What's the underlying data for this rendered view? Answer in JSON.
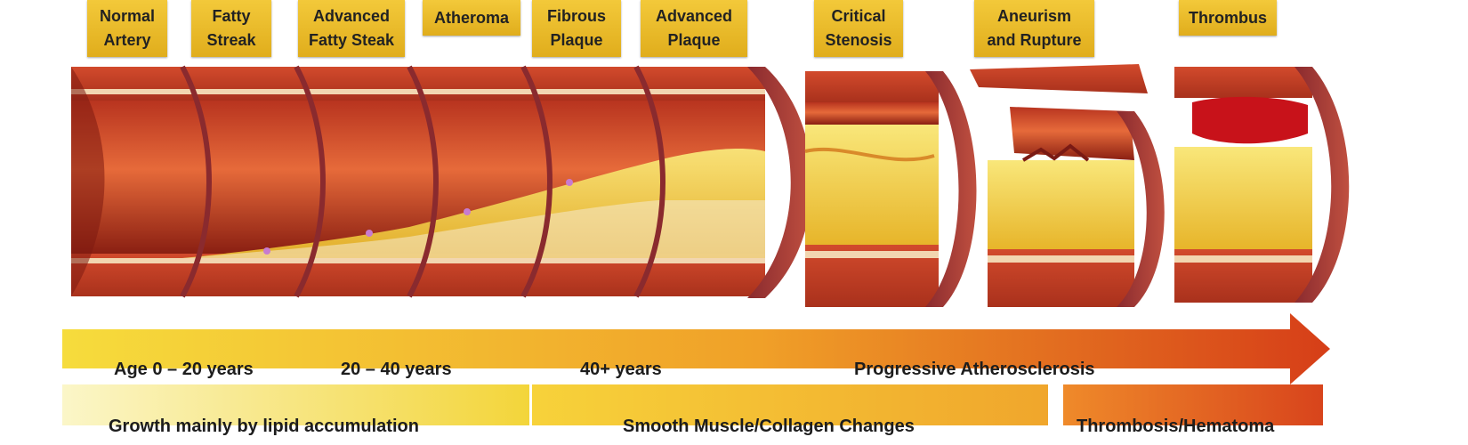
{
  "stages": [
    {
      "label": "Normal\nArtery"
    },
    {
      "label": "Fatty\nStreak"
    },
    {
      "label": "Advanced\nFatty Steak"
    },
    {
      "label": "Atheroma"
    },
    {
      "label": "Fibrous\nPlaque"
    },
    {
      "label": "Advanced\nPlaque"
    },
    {
      "label": "Critical\nStenosis"
    },
    {
      "label": "Aneurism\nand Rupture"
    },
    {
      "label": "Thrombus"
    }
  ],
  "timeline": {
    "age_1": "Age 0 – 20 years",
    "age_2": "20 – 40 years",
    "age_3": "40+ years",
    "progressive": "Progressive Atherosclerosis"
  },
  "phases": {
    "lipid": "Growth mainly by lipid accumulation",
    "smooth_muscle": "Smooth Muscle/Collagen Changes",
    "thrombosis": "Thrombosis/Hematoma"
  },
  "colors": {
    "label_bg": "#e8b82a",
    "vessel_wall": "#c8432a",
    "lumen": "#d9562f",
    "lipid": "#f3d84a",
    "thrombus": "#c8121a",
    "arrow_start": "#f4d63a",
    "arrow_end": "#d8401a"
  }
}
